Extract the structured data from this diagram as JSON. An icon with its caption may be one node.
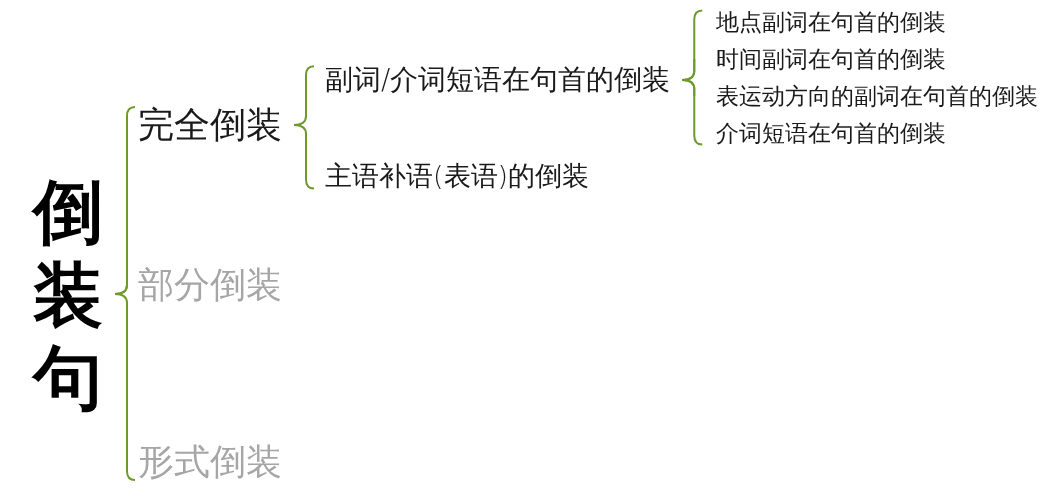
{
  "diagram": {
    "nodes": [
      {
        "text": [
          "倒装句"
        ]
      },
      {
        "text": [
          "完全倒装"
        ]
      },
      {
        "text": [
          "副词/介词短语在句首的倒装"
        ]
      },
      {
        "text": [
          "地点副词在句首的倒装"
        ]
      },
      {
        "text": [
          "时间副词在句首的倒装"
        ]
      },
      {
        "text": [
          "表运动方向的副词在句首的倒装"
        ]
      },
      {
        "text": [
          "介词短语在句首的倒装"
        ]
      },
      {
        "text": [
          "主语补语(表语)的倒装"
        ]
      },
      {
        "text": [
          "部分倒装"
        ]
      },
      {
        "text": [
          "形式倒装"
        ]
      }
    ],
    "edges": [
      {
        "from": 0,
        "to": 1,
        "arrow": "none"
      },
      {
        "from": 0,
        "to": 8,
        "arrow": "none"
      },
      {
        "from": 0,
        "to": 9,
        "arrow": "none"
      },
      {
        "from": 1,
        "to": 2,
        "arrow": "none"
      },
      {
        "from": 1,
        "to": 7,
        "arrow": "none"
      },
      {
        "from": 2,
        "to": 3,
        "arrow": "none"
      },
      {
        "from": 2,
        "to": 4,
        "arrow": "none"
      },
      {
        "from": 2,
        "to": 5,
        "arrow": "none"
      },
      {
        "from": 2,
        "to": 6,
        "arrow": "none"
      }
    ]
  }
}
